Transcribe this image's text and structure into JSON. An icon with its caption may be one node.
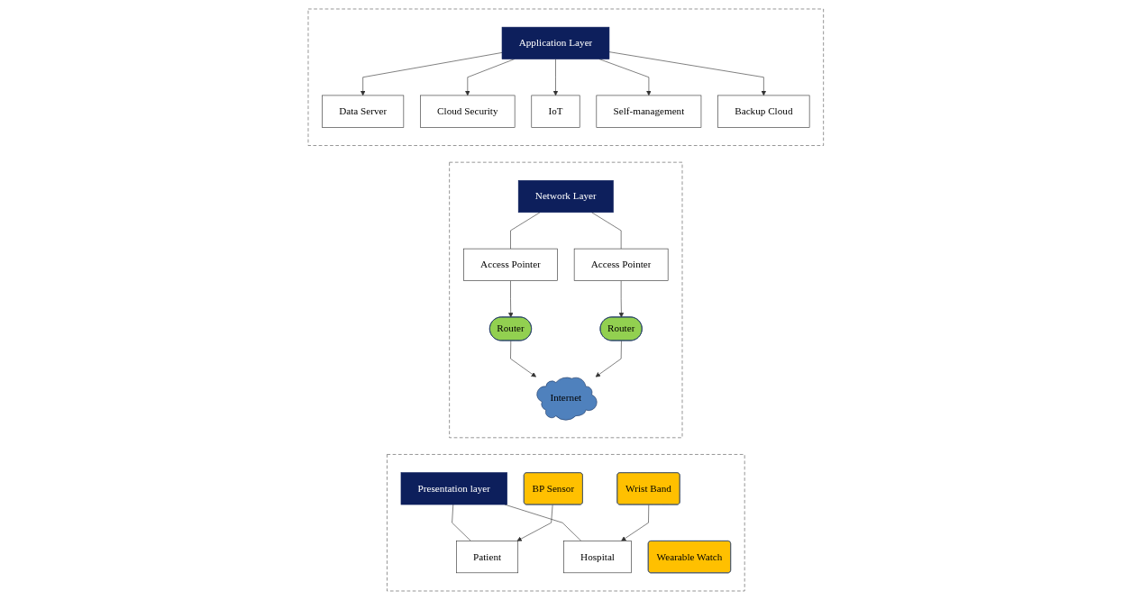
{
  "diagram": {
    "nodes": [
      {
        "text": [],
        "shape": "box"
      },
      {
        "text": [
          "Application Layer"
        ],
        "in": 0
      },
      {
        "text": [
          "Data Server"
        ],
        "in": 0
      },
      {
        "text": [
          "Cloud Security"
        ],
        "in": 0
      },
      {
        "text": [
          "IoT"
        ],
        "in": 0
      },
      {
        "text": [
          "Self-management"
        ],
        "in": 0
      },
      {
        "text": [
          "Backup Cloud"
        ],
        "in": 0
      },
      {
        "text": [],
        "shape": "box"
      },
      {
        "text": [
          "Network Layer"
        ],
        "in": 7
      },
      {
        "text": [
          "Access Pointer"
        ],
        "in": 7
      },
      {
        "text": [
          "Router"
        ],
        "in": 7
      },
      {
        "text": [
          "Internet"
        ],
        "in": 7
      },
      {
        "text": [
          "Router"
        ],
        "in": 7
      },
      {
        "text": [
          "Access Pointer"
        ],
        "in": 7
      },
      {
        "text": [],
        "shape": "box"
      },
      {
        "text": [
          "Presentation layer"
        ],
        "in": 14
      },
      {
        "text": [
          "Patient"
        ],
        "in": 14
      },
      {
        "text": [
          "BP Sensor"
        ],
        "in": 14
      },
      {
        "text": [
          "Wearable Watch"
        ],
        "in": 14
      },
      {
        "text": [
          "Wrist Band"
        ],
        "in": 14
      },
      {
        "text": [
          "Hospital"
        ],
        "in": 14
      }
    ],
    "edges": [
      {
        "from": 1,
        "to": 2,
        "arrow": "to"
      },
      {
        "from": 1,
        "to": 3,
        "arrow": "to"
      },
      {
        "from": 1,
        "to": 4,
        "arrow": "to"
      },
      {
        "from": 1,
        "to": 5,
        "arrow": "to"
      },
      {
        "from": 1,
        "to": 6,
        "arrow": "to"
      },
      {
        "from": 8,
        "to": 9,
        "arrow": "none"
      },
      {
        "from": 8,
        "to": 13,
        "arrow": "none"
      },
      {
        "from": 9,
        "to": 10,
        "arrow": "to"
      },
      {
        "from": 10,
        "to": 11,
        "arrow": "to"
      },
      {
        "from": 12,
        "to": 11,
        "arrow": "to"
      },
      {
        "from": 13,
        "to": 12,
        "arrow": "to"
      },
      {
        "from": 15,
        "to": 16,
        "arrow": "none"
      },
      {
        "from": 15,
        "to": 20,
        "arrow": "none"
      },
      {
        "from": 17,
        "to": 16,
        "arrow": "to"
      },
      {
        "from": 19,
        "to": 20,
        "arrow": "to"
      }
    ]
  }
}
